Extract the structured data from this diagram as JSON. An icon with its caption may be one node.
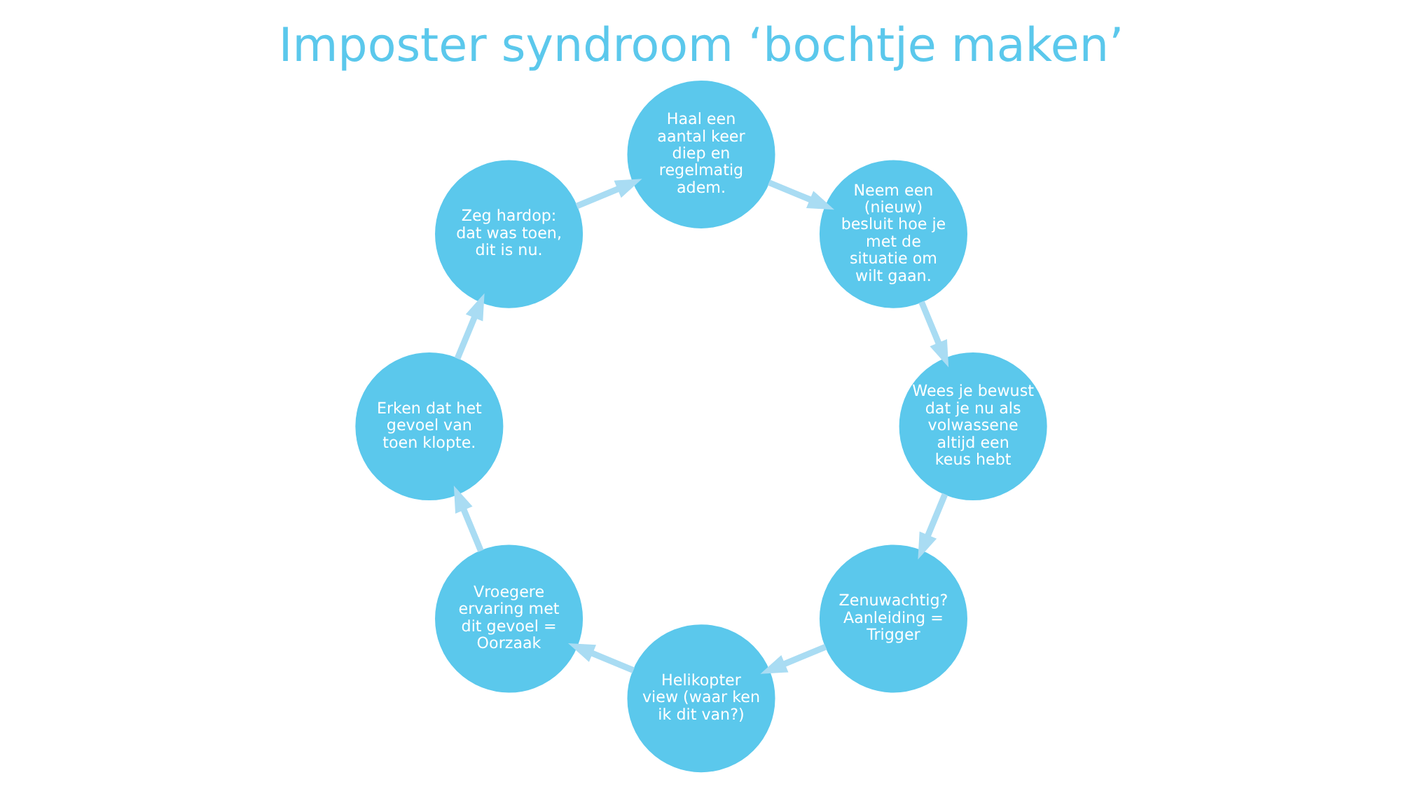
{
  "diagram": {
    "title": "Imposter syndroom ‘bochtje maken’",
    "nodes": [
      {
        "text": [
          "Zenuwachtig?",
          "Aanleiding = Trigger"
        ]
      },
      {
        "text": [
          "Helikopter view (waar ken ik dit van?)"
        ]
      },
      {
        "text": [
          "Vroegere ervaring met dit gevoel = Oorzaak"
        ]
      },
      {
        "text": [
          "Erken dat het gevoel van toen klopte."
        ]
      },
      {
        "text": [
          "Zeg hardop: dat was toen, dit is nu."
        ]
      },
      {
        "text": [
          "Haal een aantal keer diep en regelmatig adem."
        ]
      },
      {
        "text": [
          "Neem een (nieuw) besluit hoe je met de situatie om wilt gaan."
        ]
      },
      {
        "text": [
          "Wees je bewust dat je nu als volwassene altijd een keus hebt"
        ]
      }
    ],
    "edges": [
      {
        "from": 0,
        "to": 1,
        "arrow": "to"
      },
      {
        "from": 1,
        "to": 2,
        "arrow": "to"
      },
      {
        "from": 2,
        "to": 3,
        "arrow": "to"
      },
      {
        "from": 3,
        "to": 4,
        "arrow": "to"
      },
      {
        "from": 4,
        "to": 5,
        "arrow": "to"
      },
      {
        "from": 5,
        "to": 6,
        "arrow": "to"
      },
      {
        "from": 6,
        "to": 7,
        "arrow": "to"
      },
      {
        "from": 7,
        "to": 0,
        "arrow": "to"
      }
    ]
  }
}
